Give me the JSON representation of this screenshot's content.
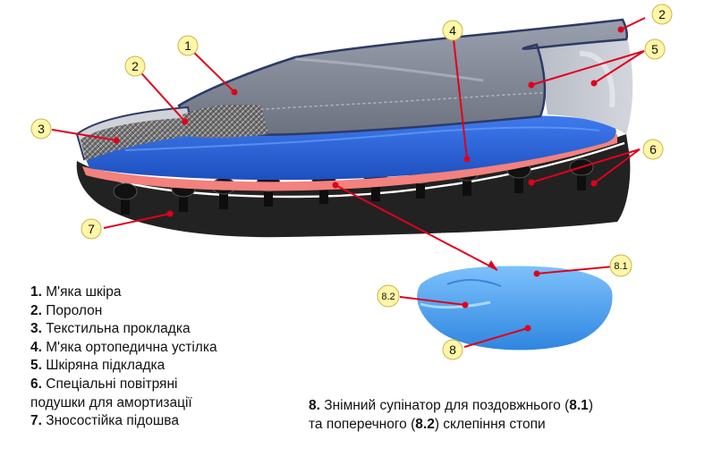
{
  "callouts": {
    "c1": "1",
    "c2a": "2",
    "c2b": "2",
    "c3": "3",
    "c4": "4",
    "c5": "5",
    "c6": "6",
    "c7": "7",
    "c8": "8",
    "c81": "8.1",
    "c82": "8.2"
  },
  "legend": {
    "items": [
      {
        "num": "1.",
        "text": " М'яка шкіра"
      },
      {
        "num": "2.",
        "text": " Поролон"
      },
      {
        "num": "3.",
        "text": " Текстильна прокладка"
      },
      {
        "num": "4.",
        "text": " М'яка ортопедична устілка"
      },
      {
        "num": "5.",
        "text": " Шкіряна підкладка"
      },
      {
        "num": "6.",
        "text": " Спеціальні повітряні"
      },
      {
        "num": "7.",
        "text": " Зносостійка підошва"
      }
    ],
    "item6_cont": "подушки для амортизації"
  },
  "note": {
    "num": "8.",
    "line1_a": " Знімний супінатор для поздовжнього (",
    "ref1": "8.1",
    "line1_b": ")",
    "line2_a": "та поперечного (",
    "ref2": "8.2",
    "line2_b": ") склепіння стопи"
  },
  "colors": {
    "upper": "#8a8f9c",
    "insole": "#2b63d9",
    "foam": "#f08a86",
    "sole": "#1f1f1f",
    "callout_line": "#e0001b",
    "callout_fill": "#fff6a8",
    "arch_support": "#4fa3ef"
  }
}
